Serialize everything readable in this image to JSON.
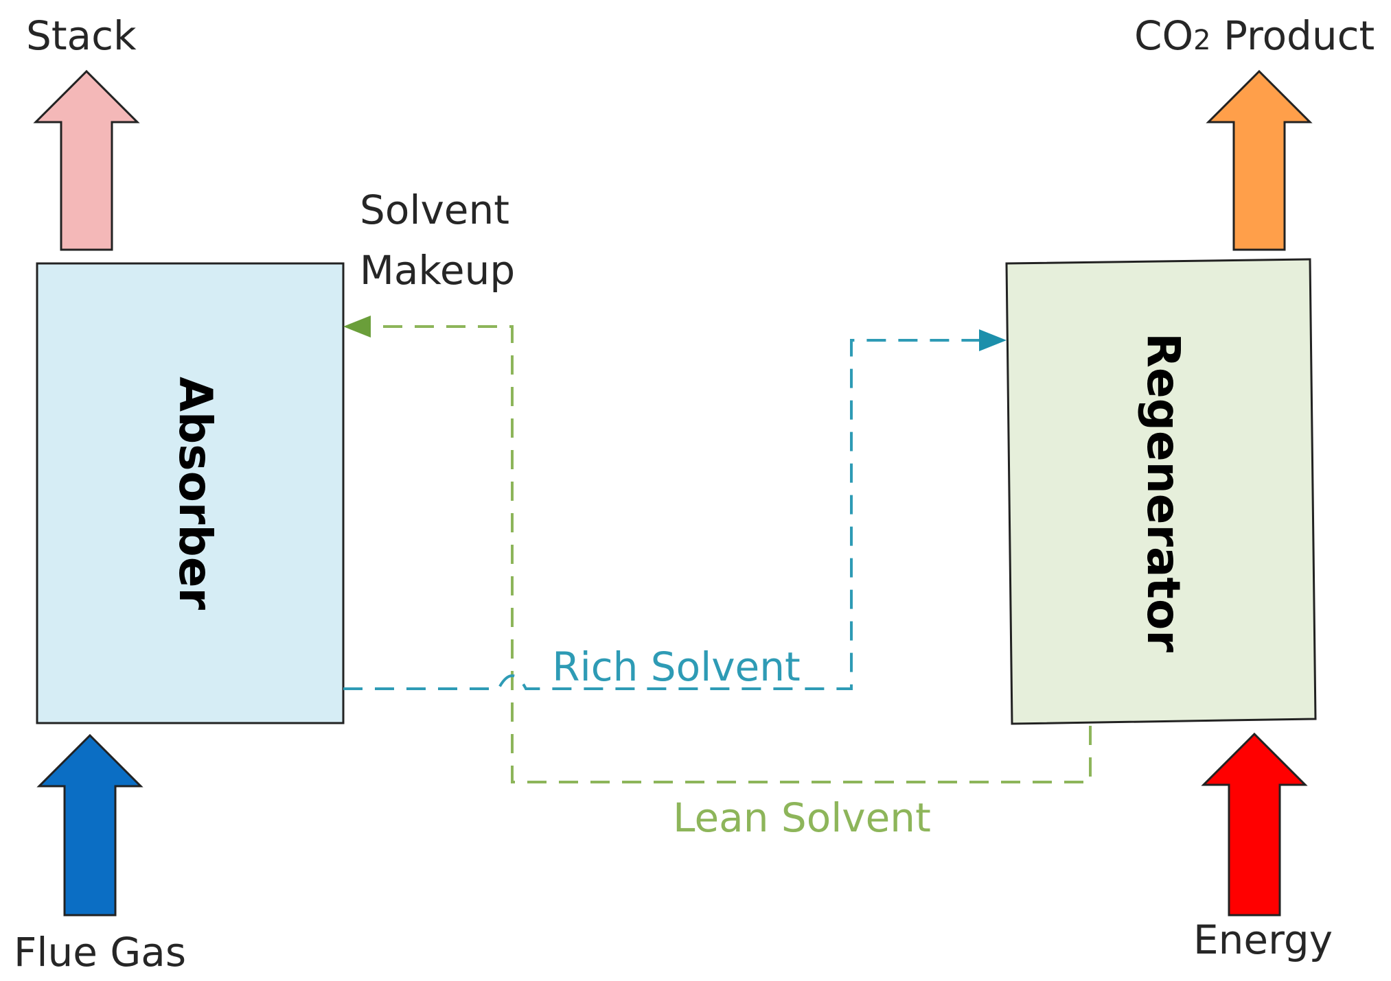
{
  "labels": {
    "stack": "Stack",
    "co2_product_prefix": "CO",
    "co2_product_subscript": "2",
    "co2_product_suffix": " Product",
    "solvent_makeup_line1": "Solvent",
    "solvent_makeup_line2": "Makeup",
    "rich_solvent": "Rich Solvent",
    "lean_solvent": "Lean Solvent",
    "flue_gas": "Flue Gas",
    "energy": "Energy"
  },
  "vessels": {
    "absorber": "Absorber",
    "regenerator": "Regenerator"
  },
  "colors": {
    "stack_arrow": "#F4B8B8",
    "co2_arrow": "#FF9F4A",
    "flue_gas_arrow": "#0B6EC4",
    "energy_arrow": "#FF0000",
    "absorber_fill": "#D6EDF5",
    "regenerator_fill": "#E6EFDB",
    "rich_solvent": "#2E9BB5",
    "lean_solvent": "#8DB55A",
    "makeup_arrowhead": "#6A9E3A",
    "text": "#262626"
  }
}
